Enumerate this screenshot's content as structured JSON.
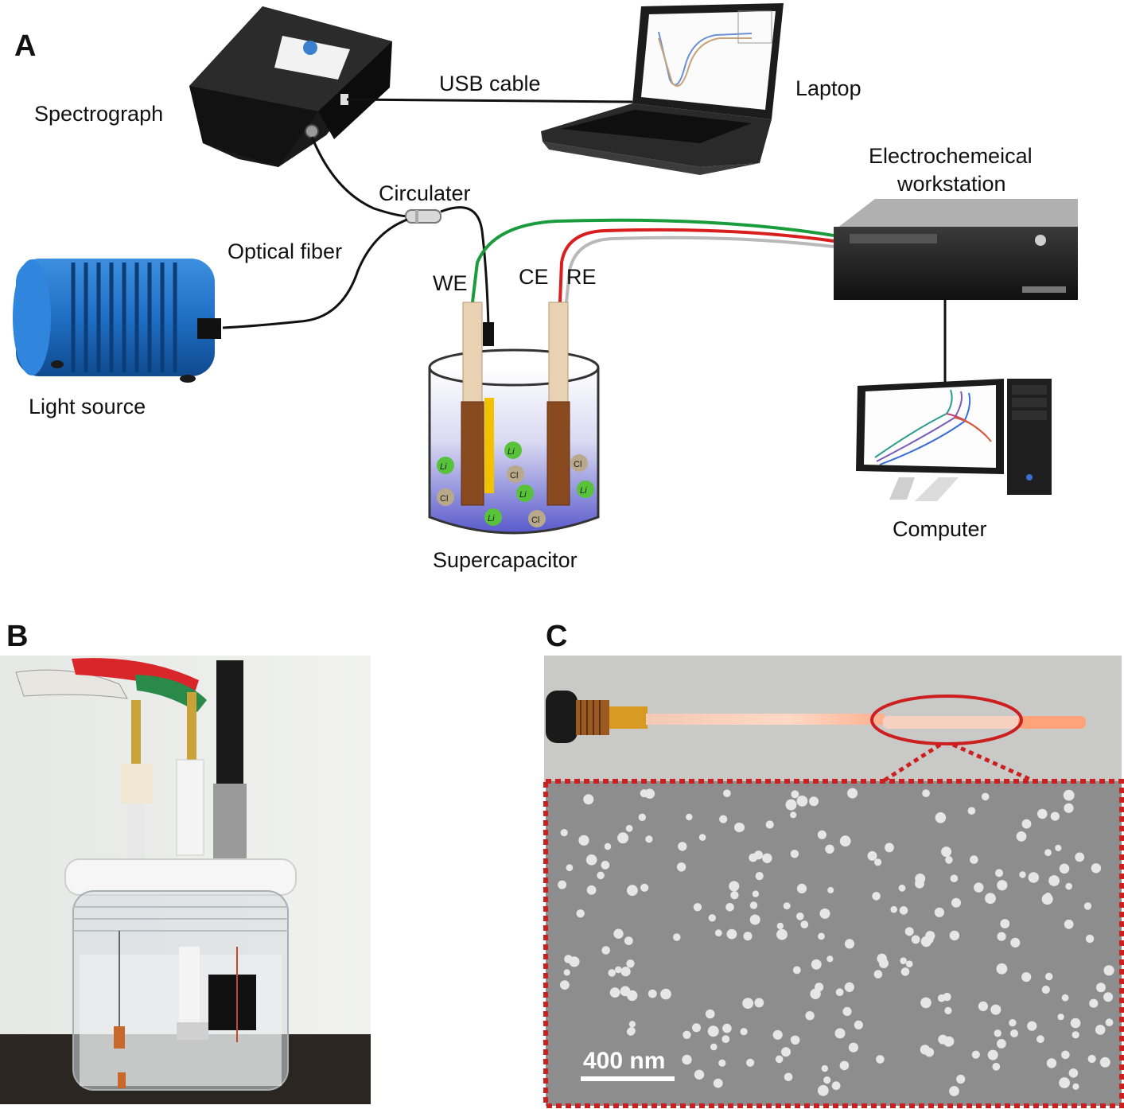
{
  "panels": {
    "a": {
      "letter": "A",
      "labels": {
        "spectrograph": "Spectrograph",
        "usb_cable": "USB cable",
        "laptop": "Laptop",
        "circulater": "Circulater",
        "optical_fiber": "Optical fiber",
        "electrochem_line1": "Electrochemeical",
        "electrochem_line2": "workstation",
        "we": "WE",
        "ce": "CE",
        "re": "RE",
        "light_source": "Light source",
        "supercapacitor": "Supercapacitor",
        "computer": "Computer"
      },
      "ions": {
        "li": "Li",
        "cl": "Cl"
      },
      "colors": {
        "we_wire": "#1a9b3c",
        "ce_wire": "#d81e1e",
        "re_wire": "#b8b8b8",
        "light_source": "#1f6fc4",
        "electrolyte": "#6f6fd6"
      }
    },
    "b": {
      "letter": "B"
    },
    "c": {
      "letter": "C",
      "scale_bar": "400 nm",
      "highlight_color": "#cc1f1f"
    }
  }
}
